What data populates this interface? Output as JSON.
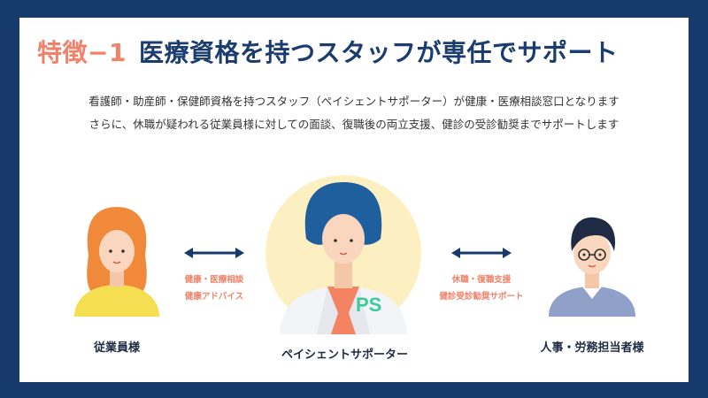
{
  "title": {
    "tag": "特徴−1",
    "main": "医療資格を持つスタッフが専任でサポート"
  },
  "lead": {
    "line1": "看護師・助産師・保健師資格を持つスタッフ（ペイシェントサポーター）が健康・医療相談窓口となります",
    "line2": "さらに、休職が疑われる従業員様に対しての面談、復職後の両立支援、健診の受診勧奨までサポートします"
  },
  "people": {
    "employee": {
      "label": "従業員様"
    },
    "supporter": {
      "label": "ペイシェントサポーター",
      "badge": "PS"
    },
    "hr": {
      "label": "人事・労務担当者様"
    }
  },
  "left_link": {
    "line1": "健康・医療相談",
    "line2": "健康アドバイス"
  },
  "right_link": {
    "line1": "休職・復職支援",
    "line2": "健診受診勧奨サポート"
  },
  "colors": {
    "navy": "#163a6b",
    "accent": "#f0826a",
    "badge": "#3dc99a",
    "circle": "#fcefc2"
  }
}
